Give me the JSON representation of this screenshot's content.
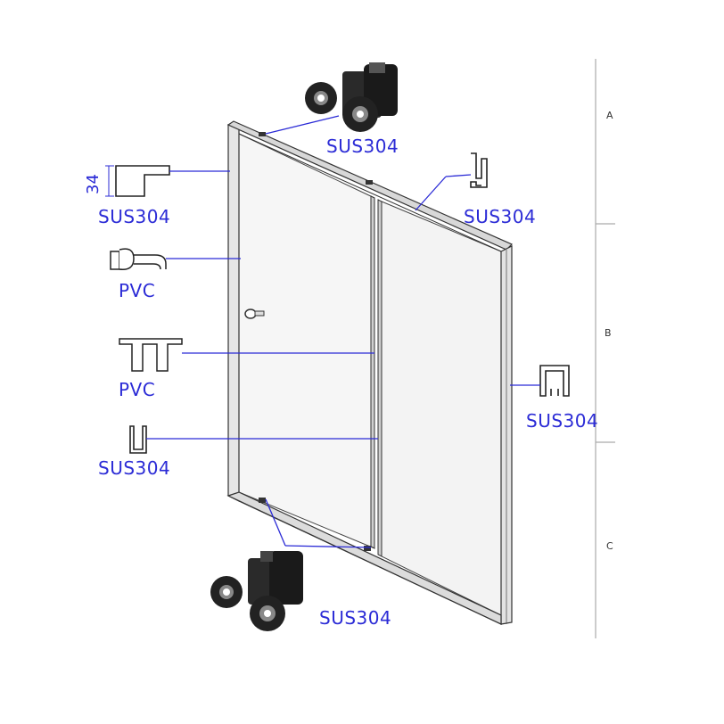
{
  "labels": {
    "top_roller": "SUS304",
    "top_track": "SUS304",
    "left_frame": "SUS304",
    "seal_left": "PVC",
    "seal_center": "PVC",
    "u_channel_left": "SUS304",
    "side_wall_profile": "SUS304",
    "bottom_roller": "SUS304"
  },
  "dimension_label": "34",
  "zones": [
    "A",
    "B",
    "C"
  ],
  "colors": {
    "annotation": "#2b2bd6",
    "frame": "#333333",
    "glass": "#f4f4f4"
  }
}
